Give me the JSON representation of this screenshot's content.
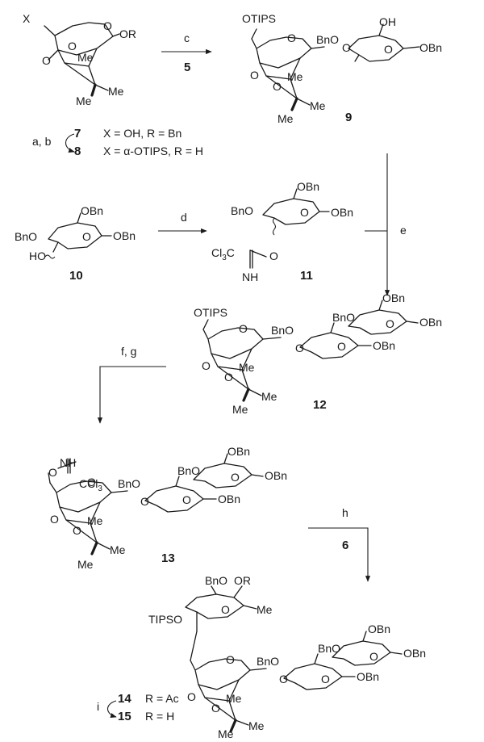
{
  "labels": {
    "c7_x": "X",
    "c7_or": "OR",
    "c7_me1": "Me",
    "c7_me2": "Me",
    "c7_me3": "Me",
    "c9_otips": "OTIPS",
    "c9_bno": "BnO",
    "c9_oh": "OH",
    "c9_obn": "OBn",
    "c9_me1": "Me",
    "c9_me2": "Me",
    "c9_me3": "Me",
    "c10_bno": "BnO",
    "c10_obn1": "OBn",
    "c10_obn2": "OBn",
    "c10_ho": "HO",
    "c11_bno": "BnO",
    "c11_obn1": "OBn",
    "c11_obn2": "OBn",
    "c11_o": "O",
    "c11_ccl3": "Cl",
    "c11_ccl3_sub": "3",
    "c11_c": "C",
    "c11_nh": "NH",
    "c12_otips": "OTIPS",
    "c12_bno1": "BnO",
    "c12_bno2": "BnO",
    "c12_obn1": "OBn",
    "c12_obn2": "OBn",
    "c12_obn3": "OBn",
    "c12_me1": "Me",
    "c12_me2": "Me",
    "c12_me3": "Me",
    "c13_nh": "NH",
    "c13_o": "O",
    "c13_ccl3": "CCl",
    "c13_ccl3_sub": "3",
    "c13_bno1": "BnO",
    "c13_bno2": "BnO",
    "c13_obn1": "OBn",
    "c13_obn2": "OBn",
    "c13_obn3": "OBn",
    "c13_me1": "Me",
    "c13_me2": "Me",
    "c13_me3": "Me",
    "c14_bno": "BnO",
    "c14_or": "OR",
    "c14_tipso": "TIPSO",
    "c14_me": "Me",
    "c14_bno2": "BnO",
    "c14_bno3": "BnO",
    "c14_obn1": "OBn",
    "c14_obn2": "OBn",
    "c14_obn3": "OBn",
    "c14_me1": "Me",
    "c14_me2": "Me",
    "c14_me3": "Me"
  },
  "compounds": {
    "n7": "7",
    "n8": "8",
    "n9": "9",
    "n10": "10",
    "n11": "11",
    "n12": "12",
    "n13": "13",
    "n14": "14",
    "n15": "15"
  },
  "definitions": {
    "d7": "X = OH, R = Bn",
    "d8": "X = α-OTIPS, R = H",
    "d14": "R = Ac",
    "d15": "R = H"
  },
  "reagents": {
    "ab": "a, b",
    "c": "c",
    "c_partner": "5",
    "d": "d",
    "e": "e",
    "fg": "f, g",
    "h": "h",
    "h_partner": "6",
    "i": "i"
  }
}
